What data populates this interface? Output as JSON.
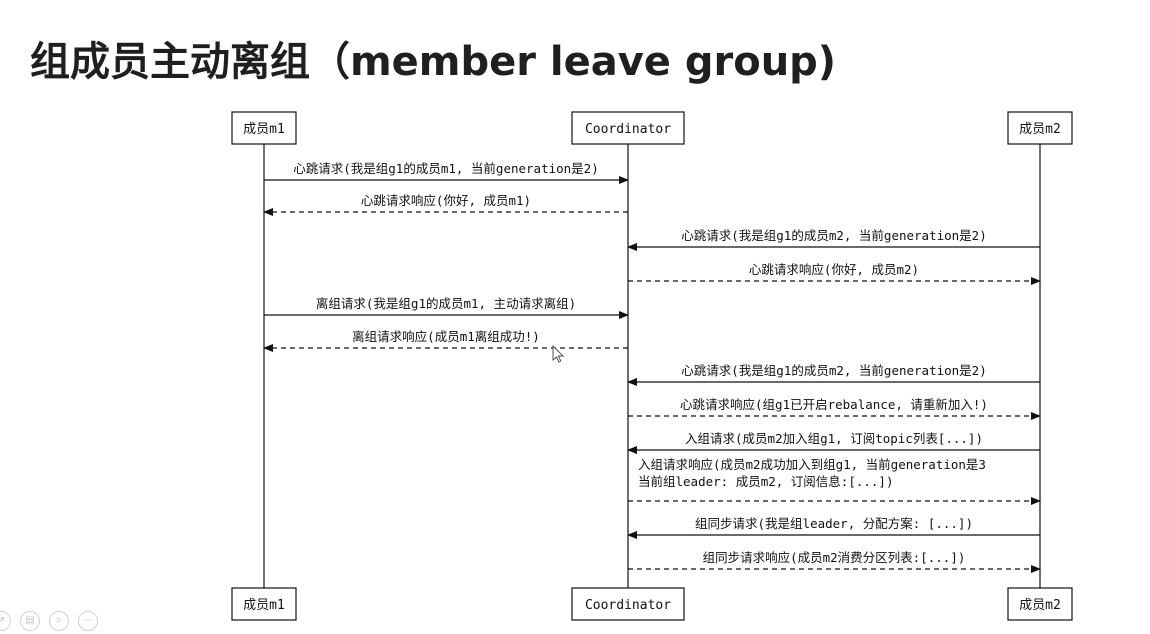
{
  "title": "组成员主动离组（member leave group)",
  "participants": [
    "成员m1",
    "Coordinator",
    "成员m2"
  ],
  "messages": [
    {
      "text": [
        "心跳请求(我是组g1的成员m1, 当前generation是2)"
      ],
      "from": 0,
      "to": 1,
      "dashed": false
    },
    {
      "text": [
        "心跳请求响应(你好, 成员m1)"
      ],
      "from": 1,
      "to": 0,
      "dashed": true
    },
    {
      "text": [
        "心跳请求(我是组g1的成员m2, 当前generation是2)"
      ],
      "from": 2,
      "to": 1,
      "dashed": false
    },
    {
      "text": [
        "心跳请求响应(你好, 成员m2)"
      ],
      "from": 1,
      "to": 2,
      "dashed": true
    },
    {
      "text": [
        "离组请求(我是组g1的成员m1, 主动请求离组)"
      ],
      "from": 0,
      "to": 1,
      "dashed": false
    },
    {
      "text": [
        "离组请求响应(成员m1离组成功!)"
      ],
      "from": 1,
      "to": 0,
      "dashed": true
    },
    {
      "text": [
        "心跳请求(我是组g1的成员m2, 当前generation是2)"
      ],
      "from": 2,
      "to": 1,
      "dashed": false
    },
    {
      "text": [
        "心跳请求响应(组g1已开启rebalance, 请重新加入!)"
      ],
      "from": 1,
      "to": 2,
      "dashed": true
    },
    {
      "text": [
        "入组请求(成员m2加入组g1, 订阅topic列表[...])"
      ],
      "from": 2,
      "to": 1,
      "dashed": false
    },
    {
      "text": [
        "入组请求响应(成员m2成功加入到组g1, 当前generation是3",
        "当前组leader: 成员m2, 订阅信息:[...])"
      ],
      "from": 1,
      "to": 2,
      "dashed": true
    },
    {
      "text": [
        "组同步请求(我是组leader, 分配方案: [...])"
      ],
      "from": 2,
      "to": 1,
      "dashed": false
    },
    {
      "text": [
        "组同步请求响应(成员m2消费分区列表:[...])"
      ],
      "from": 1,
      "to": 2,
      "dashed": true
    }
  ],
  "toolbar": [
    {
      "icon": "arrow-icon",
      "glyph": "↗"
    },
    {
      "icon": "pages-icon",
      "glyph": "▤"
    },
    {
      "icon": "zoom-icon",
      "glyph": "⌕"
    },
    {
      "icon": "more-icon",
      "glyph": "⋯"
    }
  ]
}
